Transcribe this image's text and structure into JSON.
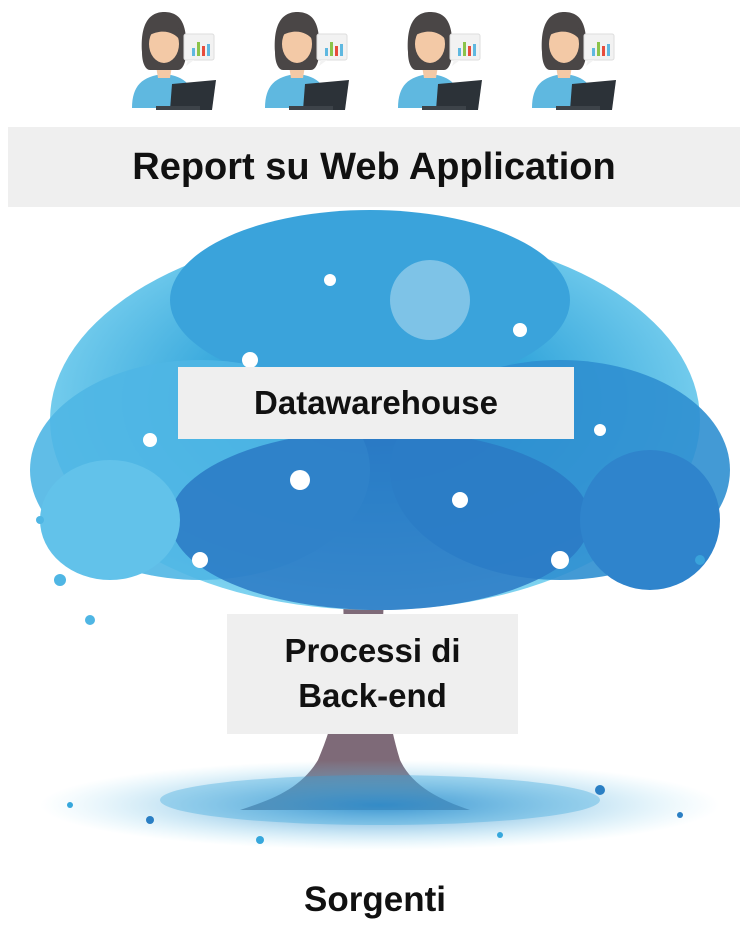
{
  "users": [
    {
      "icon": "user-with-chart-icon"
    },
    {
      "icon": "user-with-chart-icon"
    },
    {
      "icon": "user-with-chart-icon"
    },
    {
      "icon": "user-with-chart-icon"
    }
  ],
  "layers": {
    "report": "Report su Web Application",
    "datawarehouse": "Datawarehouse",
    "backend_line1": "Processi di",
    "backend_line2": "Back-end",
    "sources": "Sorgenti"
  },
  "colors": {
    "box_bg": "#efefef",
    "foliage_light": "#7fd3f0",
    "foliage_mid": "#36a7dc",
    "foliage_dark": "#1f62b8",
    "trunk": "#7e6a78",
    "skin": "#f3c9a6",
    "hair": "#4a4646",
    "shirt": "#5fb8e0",
    "laptop": "#2c3238"
  }
}
